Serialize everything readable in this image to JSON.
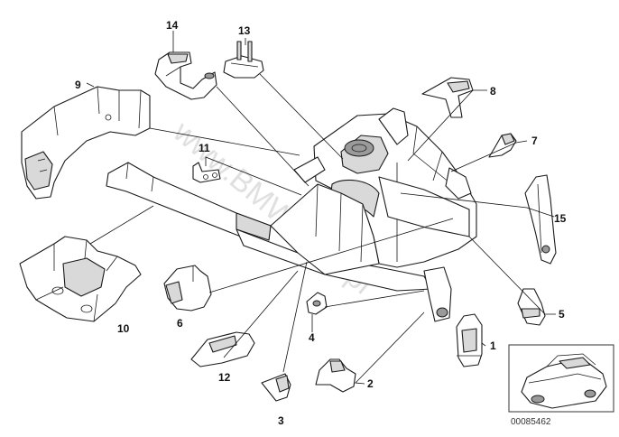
{
  "diagram": {
    "watermark": "www.BMWstore.pl",
    "image_code": "00085462",
    "callouts": [
      "1",
      "2",
      "3",
      "4",
      "5",
      "6",
      "7",
      "8",
      "9",
      "10",
      "11",
      "12",
      "13",
      "14",
      "15"
    ]
  }
}
